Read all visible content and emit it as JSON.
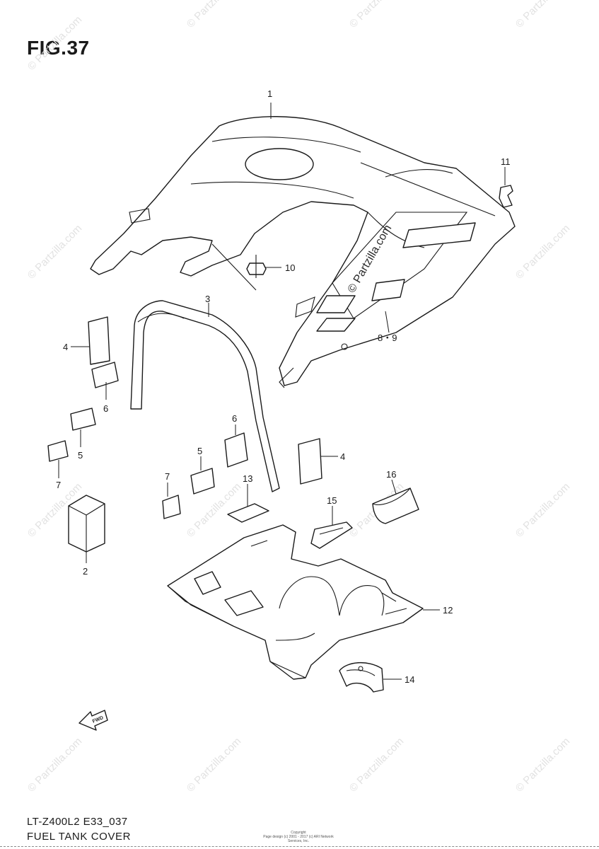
{
  "figure": {
    "title": "FIG.37",
    "model_code": "LT-Z400L2 E33_037",
    "section_title": "FUEL TANK COVER"
  },
  "callouts": {
    "c1": "1",
    "c2": "2",
    "c3": "3",
    "c4a": "4",
    "c4b": "4",
    "c5a": "5",
    "c5b": "5",
    "c6a": "6",
    "c6b": "6",
    "c7a": "7",
    "c7b": "7",
    "c89": "8・9",
    "c10": "10",
    "c11": "11",
    "c12": "12",
    "c13": "13",
    "c14": "14",
    "c15": "15",
    "c16": "16"
  },
  "watermark": {
    "text": "© Partzilla.com"
  },
  "fwd_arrow": {
    "label": "FWD"
  },
  "copyright": {
    "line1": "Copyright",
    "line2": "Page design (c) 2001 - 2017 (c) ARI Network Services, Inc."
  },
  "colors": {
    "line": "#1a1a1a",
    "watermark": "#e2e2e2",
    "background": "#ffffff"
  }
}
